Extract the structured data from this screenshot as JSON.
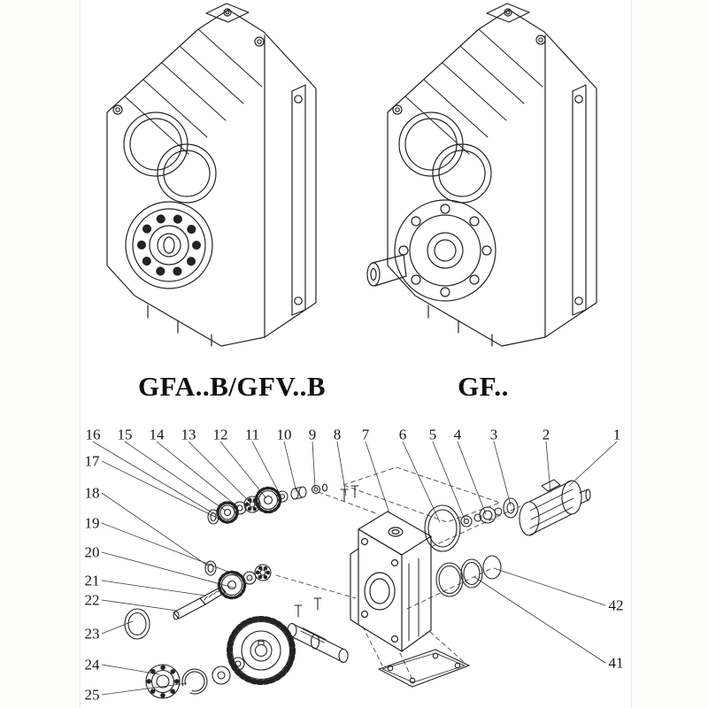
{
  "models": {
    "left_label": "GFA..B/GFV..B",
    "right_label": "GF.."
  },
  "callouts": {
    "top_row": [
      "16",
      "15",
      "14",
      "13",
      "12",
      "11",
      "10",
      "9",
      "8",
      "7",
      "6",
      "5",
      "4",
      "3",
      "2",
      "1"
    ],
    "left_column": [
      "17",
      "18",
      "19",
      "20",
      "21",
      "22",
      "23",
      "24",
      "25"
    ],
    "right_column": [
      "42",
      "41"
    ]
  },
  "drawing": {
    "line_color": "#232323",
    "figures": [
      {
        "name": "assembled-gear-reducer-foot-mounted"
      },
      {
        "name": "assembled-gear-reducer-shaft-output"
      },
      {
        "name": "exploded-parts-view"
      }
    ]
  }
}
